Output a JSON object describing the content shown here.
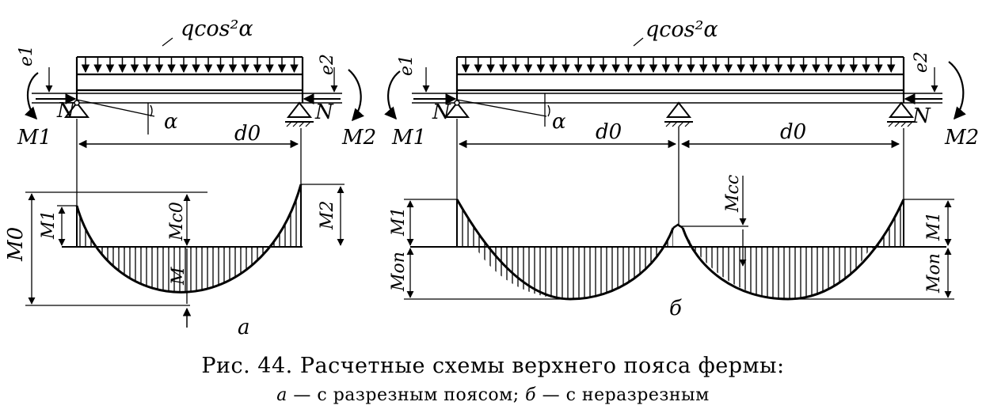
{
  "figure": {
    "labels": {
      "load": "qcos²α",
      "e1": "e1",
      "e2": "e2",
      "N": "N",
      "M1": "M1",
      "M2": "M2",
      "alpha": "α",
      "d0": "d0",
      "M0": "M0",
      "Mc0": "Mc0",
      "M": "M",
      "Mon": "Mоп",
      "Mcc": "Mсс",
      "part_a": "a",
      "part_b": "б"
    }
  },
  "caption": {
    "title": "Рис. 44. Расчетные схемы верхнего пояса фермы:",
    "item_a_letter": "а",
    "item_a_text": " — с разрезным поясом; ",
    "item_b_letter": "б",
    "item_b_text": " — с неразрезным"
  }
}
